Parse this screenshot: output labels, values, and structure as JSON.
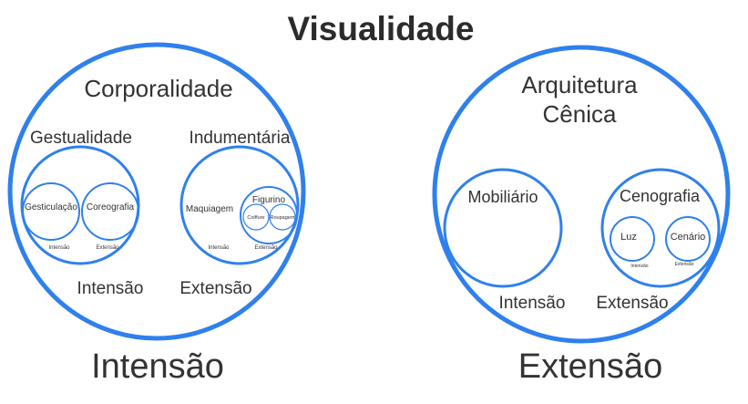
{
  "title": "Visualidade",
  "left": {
    "name": "Corporalidade",
    "bottom_label": "Intensão",
    "inner_left_label": "Intensão",
    "inner_right_label": "Extensão",
    "gestualidade": {
      "name": "Gestualidade",
      "children": [
        "Gesticulação",
        "Coreografia"
      ],
      "small_left": "Intensão",
      "small_right": "Extensão"
    },
    "indumentaria": {
      "name": "Indumentária",
      "maquiagem": "Maquiagem",
      "figurino": "Figurino",
      "figurino_children": [
        "Coiffure",
        "Roupagem"
      ],
      "small_left": "Intensão",
      "small_right": "Extensão"
    }
  },
  "right": {
    "name_line1": "Arquitetura",
    "name_line2": "Cênica",
    "bottom_label": "Extensão",
    "inner_left_label": "Intensão",
    "inner_right_label": "Extensão",
    "mobiliario": "Mobiliário",
    "cenografia": {
      "name": "Cenografia",
      "children": [
        "Luz",
        "Cenário"
      ],
      "small_left": "Intensão",
      "small_right": "Extensão"
    }
  },
  "colors": {
    "ring": "#2f80ed",
    "text": "#333333"
  }
}
